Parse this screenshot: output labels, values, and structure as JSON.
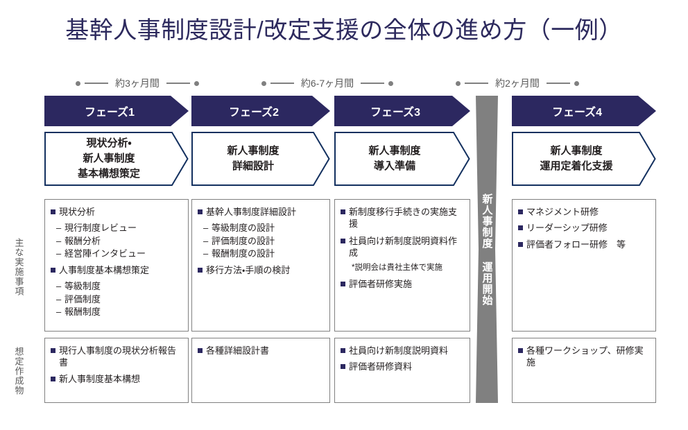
{
  "title": "基幹人事制度設計/改定支援の全体の進め方（一例）",
  "colors": {
    "navy": "#2c2860",
    "outline_navy": "#13305f",
    "band_gray": "#808080",
    "box_border": "#808080",
    "label_gray": "#5a5a5a"
  },
  "durations": [
    {
      "label": "約3ヶ月間"
    },
    {
      "label": "約6-7ヶ月間"
    },
    {
      "label": "約2ヶ月間"
    }
  ],
  "row_labels": {
    "activities": "主な実施事項",
    "deliverables": "想定作成物"
  },
  "band": {
    "label": "新人事制度 運用開始"
  },
  "phases": [
    {
      "head": "フェーズ1",
      "name": "現状分析・\n新人事制度\n基本構想策定",
      "name_lines": [
        "現状分析・",
        "新人事制度",
        "基本構想策定"
      ],
      "activities": [
        {
          "level": 1,
          "text": "現状分析"
        },
        {
          "level": 2,
          "text": "現行制度レビュー"
        },
        {
          "level": 2,
          "text": "報酬分析"
        },
        {
          "level": 2,
          "text": "経営陣インタビュー"
        },
        {
          "level": 1,
          "text": "人事制度基本構想策定",
          "spacer": true
        },
        {
          "level": 2,
          "text": "等級制度"
        },
        {
          "level": 2,
          "text": "評価制度"
        },
        {
          "level": 2,
          "text": "報酬制度"
        }
      ],
      "deliverables": [
        {
          "level": 1,
          "text": "現行人事制度の現状分析報告書"
        },
        {
          "level": 1,
          "text": "新人事制度基本構想"
        }
      ]
    },
    {
      "head": "フェーズ2",
      "name": "新人事制度\n詳細設計",
      "name_lines": [
        "新人事制度",
        "詳細設計"
      ],
      "activities": [
        {
          "level": 1,
          "text": "基幹人事制度詳細設計"
        },
        {
          "level": 2,
          "text": "等級制度の設計"
        },
        {
          "level": 2,
          "text": "評価制度の設計"
        },
        {
          "level": 2,
          "text": "報酬制度の設計"
        },
        {
          "level": 1,
          "text": "移行方法・手順の検討",
          "spacer": true
        }
      ],
      "deliverables": [
        {
          "level": 1,
          "text": "各種詳細設計書"
        }
      ]
    },
    {
      "head": "フェーズ3",
      "name": "新人事制度\n導入準備",
      "name_lines": [
        "新人事制度",
        "導入準備"
      ],
      "activities": [
        {
          "level": 1,
          "text": "新制度移行手続きの実施支援"
        },
        {
          "level": 1,
          "text": "社員向け新制度説明資料作成",
          "spacer": true
        },
        {
          "level": 0,
          "text": "*説明会は貴社主体で実施"
        },
        {
          "level": 1,
          "text": "評価者研修実施",
          "spacer": true
        }
      ],
      "deliverables": [
        {
          "level": 1,
          "text": "社員向け新制度説明資料"
        },
        {
          "level": 1,
          "text": "評価者研修資料"
        }
      ]
    },
    {
      "head": "フェーズ4",
      "name": "新人事制度\n運用定着化支援",
      "name_lines": [
        "新人事制度",
        "運用定着化支援"
      ],
      "activities": [
        {
          "level": 1,
          "text": "マネジメント研修"
        },
        {
          "level": 1,
          "text": "リーダーシップ研修"
        },
        {
          "level": 1,
          "text": "評価者フォロー研修　等"
        }
      ],
      "deliverables": [
        {
          "level": 1,
          "text": "各種ワークショップ、研修実施"
        }
      ]
    }
  ]
}
